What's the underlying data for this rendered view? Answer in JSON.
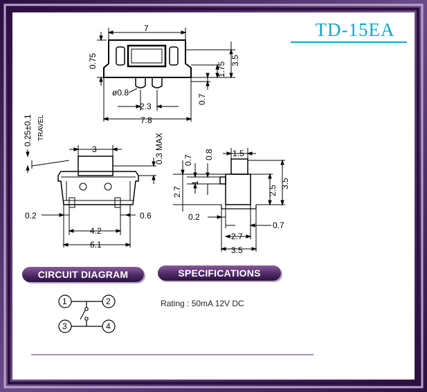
{
  "title": "TD-15EA",
  "headers": {
    "circuit": "CIRCUIT DIAGRAM",
    "specs": "SPECIFICATIONS"
  },
  "spec_rating": "Rating : 50mA 12V DC",
  "colors": {
    "frame_outer": "#3a1a55",
    "frame_inner": "#8e6aa8",
    "title": "#0aa9c6",
    "line": "#6a4c8c"
  },
  "dims": {
    "top_width": "7",
    "top_075": "0.75",
    "top_35": "3.5",
    "top_175": "1.75",
    "top_07": "0.7",
    "top_hole": "ø0.8",
    "top_23": "2.3",
    "top_78": "7.8",
    "travel_val": "0.25±0.1",
    "travel_label": "TRAVEL",
    "front_3": "3",
    "front_03max": "0.3 MAX",
    "front_02": "0.2",
    "front_06": "0.6",
    "front_42": "4.2",
    "front_61": "6.1",
    "side_07": "0.7",
    "side_08": "0.8",
    "side_15": "1.5",
    "side_27": "2.7",
    "side_1": "1",
    "side_25": "2.5",
    "side_35v": "3.5",
    "side_02": "0.2",
    "side_07b": "0.7",
    "side_27b": "2.7",
    "side_35h": "3.5"
  },
  "pins": [
    "1",
    "2",
    "3",
    "4"
  ]
}
